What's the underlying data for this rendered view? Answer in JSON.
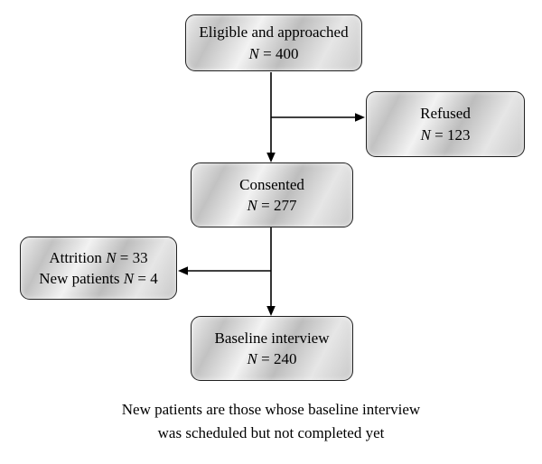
{
  "boxes": {
    "eligible": {
      "title": "Eligible and approached",
      "n_symbol": "N",
      "n_value": " = 400"
    },
    "refused": {
      "title": "Refused",
      "n_symbol": "N",
      "n_value": " = 123"
    },
    "consented": {
      "title": "Consented",
      "n_symbol": "N",
      "n_value": " = 277"
    },
    "attrition": {
      "line1_pre": "Attrition ",
      "line1_n": "N",
      "line1_post": " = 33",
      "line2_pre": "New patients ",
      "line2_n": "N",
      "line2_post": " = 4"
    },
    "baseline": {
      "title": "Baseline interview",
      "n_symbol": "N",
      "n_value": " = 240"
    }
  },
  "caption": {
    "line1": "New patients are those whose baseline interview",
    "line2": "was scheduled but not completed yet"
  },
  "colors": {
    "arrow": "#000000",
    "box_border": "#222222"
  }
}
